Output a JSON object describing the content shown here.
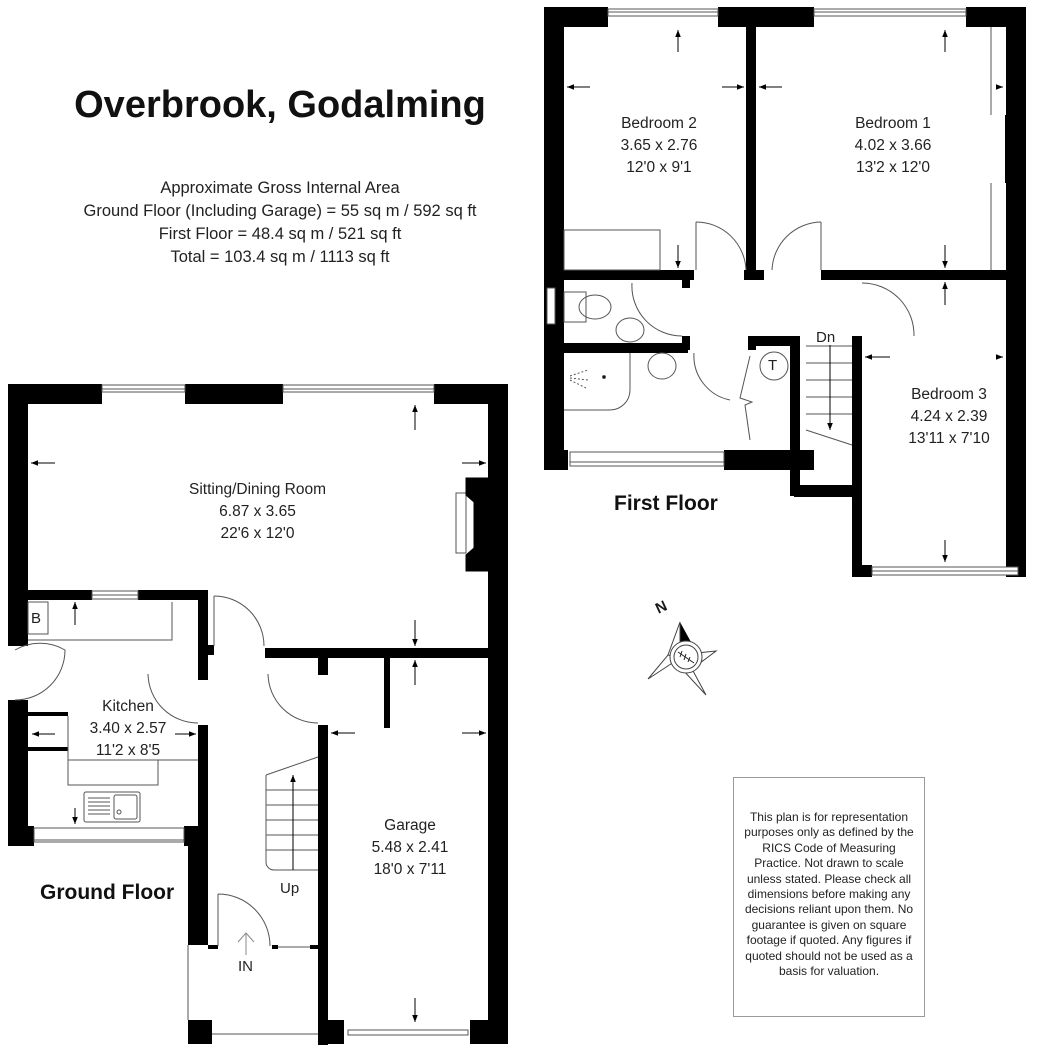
{
  "title": "Overbrook, Godalming",
  "areas": {
    "heading": "Approximate Gross Internal Area",
    "ground_floor": "Ground Floor (Including Garage) = 55 sq m / 592 sq ft",
    "first_floor": "First Floor = 48.4 sq m / 521 sq ft",
    "total": "Total = 103.4 sq m / 1113 sq ft"
  },
  "floors": {
    "ground": {
      "label": "Ground Floor",
      "rooms": [
        {
          "name": "Sitting/Dining Room",
          "metric": "6.87 x 3.65",
          "imperial": "22'6 x 12'0"
        },
        {
          "name": "Kitchen",
          "metric": "3.40 x 2.57",
          "imperial": "11'2 x 8'5"
        },
        {
          "name": "Garage",
          "metric": "5.48 x 2.41",
          "imperial": "18'0 x 7'11"
        }
      ],
      "markers": {
        "boiler": "B",
        "stairs": "Up",
        "entrance": "IN"
      }
    },
    "first": {
      "label": "First Floor",
      "rooms": [
        {
          "name": "Bedroom 2",
          "metric": "3.65 x 2.76",
          "imperial": "12'0 x 9'1"
        },
        {
          "name": "Bedroom 1",
          "metric": "4.02 x 3.66",
          "imperial": "13'2 x 12'0"
        },
        {
          "name": "Bedroom 3",
          "metric": "4.24 x 2.39",
          "imperial": "13'11 x 7'10"
        }
      ],
      "markers": {
        "stairs": "Dn",
        "tank": "T"
      }
    }
  },
  "compass": {
    "north_label": "N"
  },
  "disclaimer": "This plan is for representation purposes only as defined by the RICS Code of Measuring Practice. Not drawn to scale unless stated. Please check all dimensions before making any decisions reliant upon them. No guarantee is given on square footage if quoted. Any figures if quoted should not be used as a basis for valuation.",
  "colors": {
    "wall": "#000000",
    "line": "#555555",
    "background": "#ffffff"
  }
}
